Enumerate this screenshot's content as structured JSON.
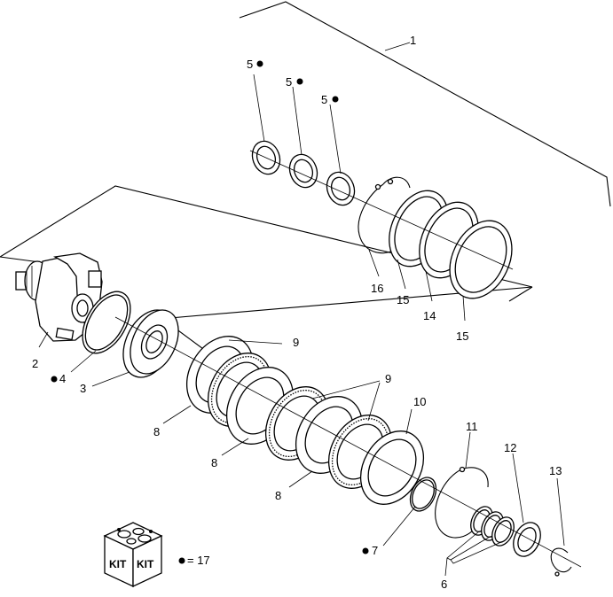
{
  "labels": {
    "l1": "1",
    "l2": "2",
    "l3": "3",
    "l4": "4",
    "l5a": "5",
    "l5b": "5",
    "l5c": "5",
    "l6": "6",
    "l7": "7",
    "l8a": "8",
    "l8b": "8",
    "l8c": "8",
    "l9a": "9",
    "l9b": "9",
    "l10": "10",
    "l11": "11",
    "l12": "12",
    "l13": "13",
    "l14": "14",
    "l15a": "15",
    "l15b": "15",
    "l16": "16"
  },
  "kit": {
    "box_text_left": "KIT",
    "box_text_right": "KIT",
    "legend": "= 17"
  }
}
